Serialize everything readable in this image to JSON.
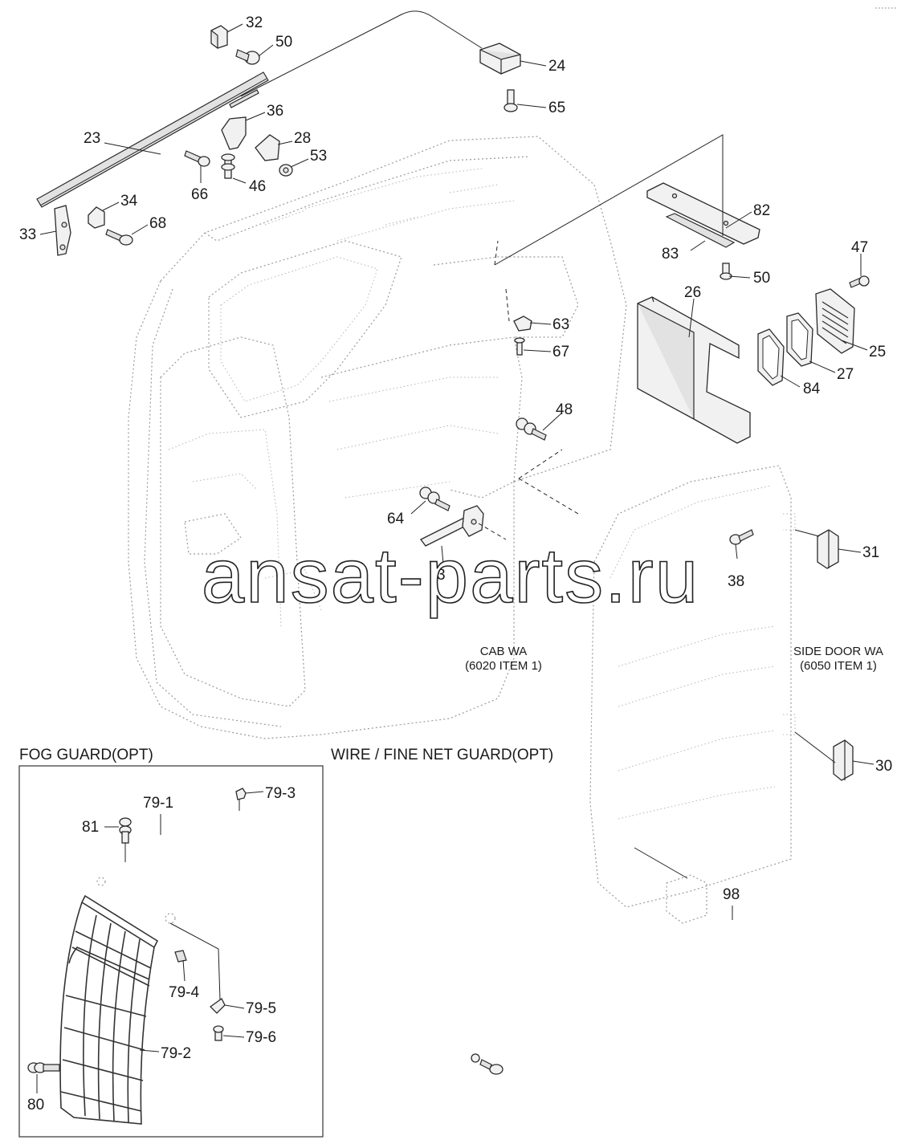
{
  "callouts": [
    {
      "id": "c32",
      "text": "32"
    },
    {
      "id": "c50a",
      "text": "50"
    },
    {
      "id": "c24",
      "text": "24"
    },
    {
      "id": "c65",
      "text": "65"
    },
    {
      "id": "c36",
      "text": "36"
    },
    {
      "id": "c23",
      "text": "23"
    },
    {
      "id": "c28",
      "text": "28"
    },
    {
      "id": "c53",
      "text": "53"
    },
    {
      "id": "c66",
      "text": "66"
    },
    {
      "id": "c46",
      "text": "46"
    },
    {
      "id": "c34",
      "text": "34"
    },
    {
      "id": "c68",
      "text": "68"
    },
    {
      "id": "c33",
      "text": "33"
    },
    {
      "id": "c82",
      "text": "82"
    },
    {
      "id": "c83",
      "text": "83"
    },
    {
      "id": "c47",
      "text": "47"
    },
    {
      "id": "c50b",
      "text": "50"
    },
    {
      "id": "c26",
      "text": "26"
    },
    {
      "id": "c63",
      "text": "63"
    },
    {
      "id": "c67",
      "text": "67"
    },
    {
      "id": "c25",
      "text": "25"
    },
    {
      "id": "c27",
      "text": "27"
    },
    {
      "id": "c84",
      "text": "84"
    },
    {
      "id": "c48",
      "text": "48"
    },
    {
      "id": "c64",
      "text": "64"
    },
    {
      "id": "c3",
      "text": "3"
    },
    {
      "id": "c31",
      "text": "31"
    },
    {
      "id": "c38",
      "text": "38"
    },
    {
      "id": "c30",
      "text": "30"
    },
    {
      "id": "c98",
      "text": "98"
    },
    {
      "id": "c79_3",
      "text": "79-3"
    },
    {
      "id": "c79_1",
      "text": "79-1"
    },
    {
      "id": "c81",
      "text": "81"
    },
    {
      "id": "c79_4",
      "text": "79-4"
    },
    {
      "id": "c79_5",
      "text": "79-5"
    },
    {
      "id": "c79_6",
      "text": "79-6"
    },
    {
      "id": "c79_2",
      "text": "79-2"
    },
    {
      "id": "c80",
      "text": "80"
    }
  ],
  "captions": {
    "cab_line1": "CAB WA",
    "cab_line2": "(6020 ITEM 1)",
    "door_line1": "SIDE DOOR WA",
    "door_line2": "(6050 ITEM 1)"
  },
  "sections": {
    "fog_guard": "FOG GUARD(OPT)",
    "wire_guard": "WIRE / FINE NET GUARD(OPT)"
  },
  "watermark": "ansat-parts.ru"
}
